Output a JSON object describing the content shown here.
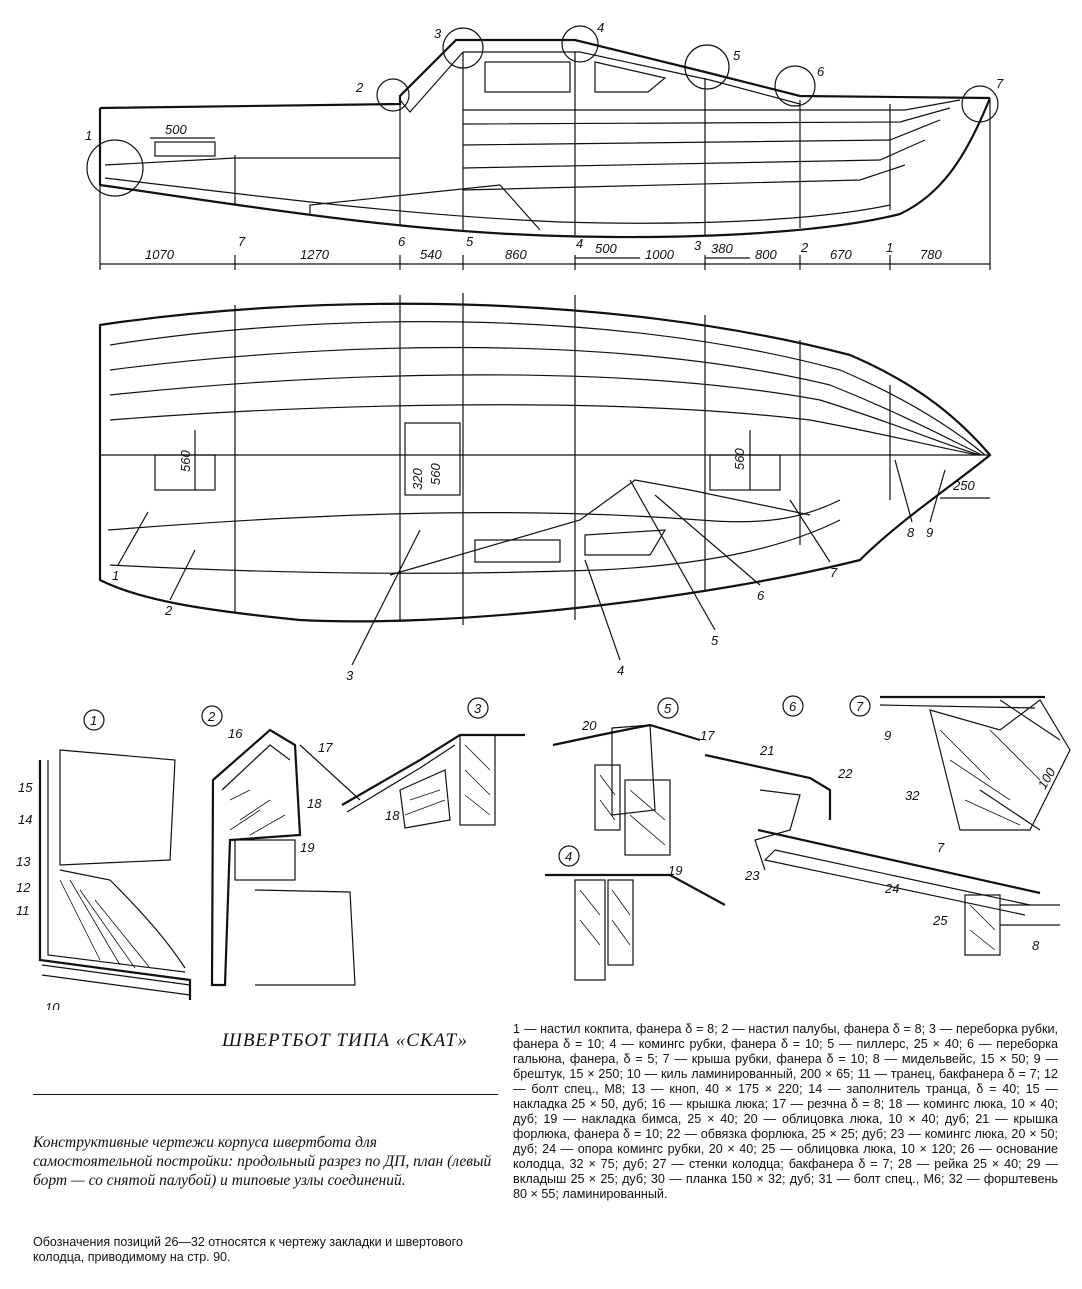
{
  "profile": {
    "callouts": [
      "1",
      "2",
      "3",
      "4",
      "5",
      "6",
      "7"
    ],
    "frames": [
      "7",
      "6",
      "5",
      "4",
      "3",
      "2",
      "1"
    ],
    "dims": [
      "1070",
      "1270",
      "540",
      "860",
      "500",
      "1000",
      "380",
      "800",
      "670",
      "780"
    ],
    "hatch_dim": "500"
  },
  "plan": {
    "dims": [
      "560",
      "320",
      "560",
      "560",
      "250"
    ],
    "pointers": [
      "1",
      "2",
      "3",
      "4",
      "5",
      "6",
      "7",
      "8",
      "9"
    ]
  },
  "details": {
    "circles": [
      "1",
      "2",
      "3",
      "4",
      "5",
      "6",
      "7"
    ],
    "labels": [
      "15",
      "14",
      "13",
      "12",
      "11",
      "10",
      "16",
      "17",
      "18",
      "19",
      "18",
      "20",
      "17",
      "21",
      "22",
      "23",
      "24",
      "25",
      "8",
      "7",
      "9",
      "32",
      "100",
      "19"
    ]
  },
  "caption": {
    "title": "ШВЕРТБОТ ТИПА «СКАТ»",
    "main": "Конструктивные чертежи корпуса швертбота для самостоятельной постройки: продольный разрез по ДП, план (левый борт — со снятой палубой) и типовые узлы соединений.",
    "note": "Обозначения позиций 26—32 относятся к чертежу закладки и швертового колодца, приводимому на стр. 90."
  },
  "legend": "1 — настил кокпита, фанера δ = 8; 2 — настил палубы, фанера δ = 8; 3 — переборка рубки, фанера δ = 10; 4 — комингс рубки, фанера δ = 10; 5 — пиллерс, 25 × 40; 6 — переборка гальюна, фанера, δ = 5; 7 — крыша рубки, фанера δ = 10; 8 — мидельвейс, 15 × 50; 9 — брештук, 15 × 250; 10 — киль ламинированный, 200 × 65; 11 — транец, бакфанера δ = 7; 12 — болт спец., М8; 13 — кноп, 40 × 175 × 220; 14 — заполнитель транца, δ = 40; 15 — накладка 25 × 50, дуб; 16 — крышка люка; 17 — резчна δ = 8; 18 — комингс люка, 10 × 40; дуб; 19 — накладка бимса, 25 × 40; 20 — облицовка люка, 10 × 40; дуб; 21 — крышка форлюка, фанера δ = 10; 22 — обвязка форлюка, 25 × 25; дуб; 23 — комингс люка, 20 × 50; дуб; 24 — опора комингс рубки, 20 × 40; 25 — облицовка люка, 10 × 120; 26 — основание колодца, 32 × 75; дуб; 27 — стенки колодца; бакфанера δ = 7; 28 — рейка 25 × 40; 29 — вкладыш 25 × 25; дуб; 30 — планка 150 × 32; дуб; 31 — болт спец., М6; 32 — форштевень 80 × 55; ламинированный."
}
